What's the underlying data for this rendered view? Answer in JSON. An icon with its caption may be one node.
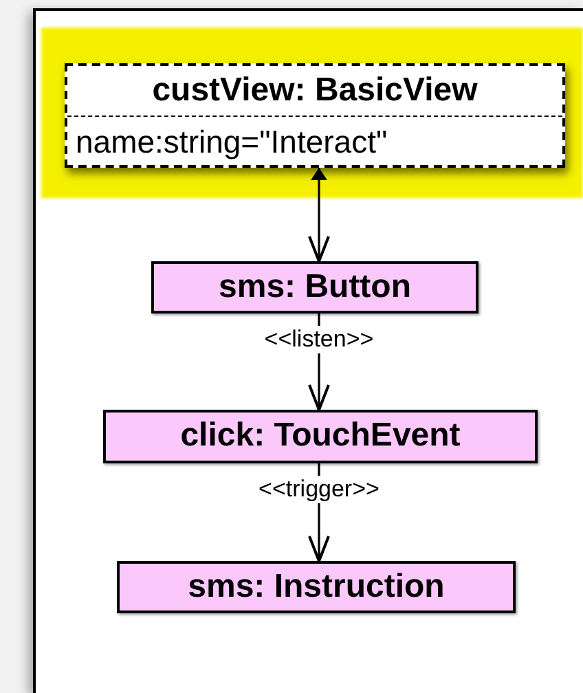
{
  "diagram": {
    "nodes": [
      {
        "text": [
          "custView: BasicView",
          "name:string=\"Interact\""
        ]
      },
      {
        "text": [
          "sms: Button"
        ]
      },
      {
        "text": [
          "click: TouchEvent"
        ]
      },
      {
        "text": [
          "sms: Instruction"
        ]
      }
    ],
    "edges": [
      {
        "from": 0,
        "to": 1,
        "arrow": "both"
      },
      {
        "from": 1,
        "to": 2,
        "arrow": "to",
        "label": "<<listen>>"
      },
      {
        "from": 2,
        "to": 3,
        "arrow": "to",
        "label": "<<trigger>>"
      }
    ]
  }
}
